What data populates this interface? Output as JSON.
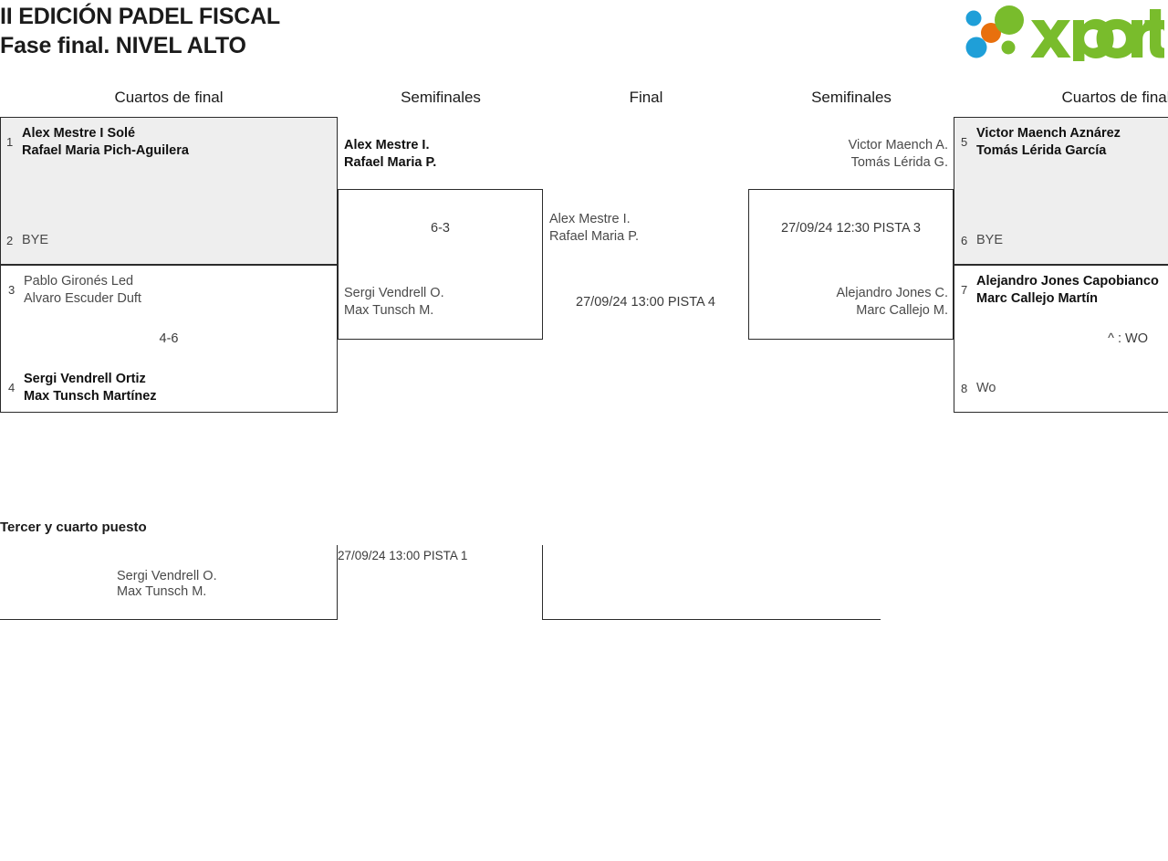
{
  "header": {
    "title_line1": "II EDICIÓN PADEL FISCAL",
    "title_line2": "Fase final. NIVEL ALTO",
    "logo_text": "xporty",
    "logo_colors": {
      "green": "#79bc2c",
      "orange": "#e8700d",
      "blue": "#1f9fd8"
    }
  },
  "rounds": {
    "left_quarters": "Cuartos de final",
    "left_semis": "Semifinales",
    "final": "Final",
    "right_semis": "Semifinales",
    "right_quarters": "Cuartos de final"
  },
  "bracket": {
    "left_quarterfinals": [
      {
        "seed_top": "1",
        "top_player1": "Alex Mestre I Solé",
        "top_player2": "Rafael Maria Pich-Aguilera",
        "seed_bottom": "2",
        "bottom_player1": "BYE",
        "bottom_player2": "",
        "score": ""
      },
      {
        "seed_top": "3",
        "top_player1": "Pablo Gironés Led",
        "top_player2": "Alvaro Escuder Duft",
        "seed_bottom": "4",
        "bottom_player1": "Sergi Vendrell Ortiz",
        "bottom_player2": "Max Tunsch Martínez",
        "score": "4-6"
      }
    ],
    "left_semifinal": {
      "top_player1": "Alex Mestre I.",
      "top_player2": "Rafael Maria P.",
      "bottom_player1": "Sergi Vendrell O.",
      "bottom_player2": "Max Tunsch M.",
      "score": "6-3"
    },
    "final": {
      "player1": "Alex Mestre I.",
      "player2": "Rafael Maria P.",
      "schedule": "27/09/24 13:00 PISTA 4"
    },
    "right_semifinal": {
      "top_player1": "Victor Maench A.",
      "top_player2": "Tomás Lérida G.",
      "bottom_player1": "Alejandro Jones C.",
      "bottom_player2": "Marc Callejo M.",
      "schedule": "27/09/24 12:30 PISTA 3"
    },
    "right_quarterfinals": [
      {
        "seed_top": "5",
        "top_player1": "Victor Maench Aznárez",
        "top_player2": "Tomás Lérida García",
        "seed_bottom": "6",
        "bottom_player1": "BYE",
        "bottom_player2": "",
        "score": ""
      },
      {
        "seed_top": "7",
        "top_player1": "Alejandro Jones Capobianco",
        "top_player2": "Marc Callejo Martín",
        "seed_bottom": "8",
        "bottom_player1": "Wo",
        "bottom_player2": "",
        "score": "^ : WO"
      }
    ]
  },
  "third_place": {
    "title": "Tercer y cuarto puesto",
    "player1": "Sergi Vendrell O.",
    "player2": "Max Tunsch M.",
    "schedule": "27/09/24 13:00 PISTA 1"
  }
}
